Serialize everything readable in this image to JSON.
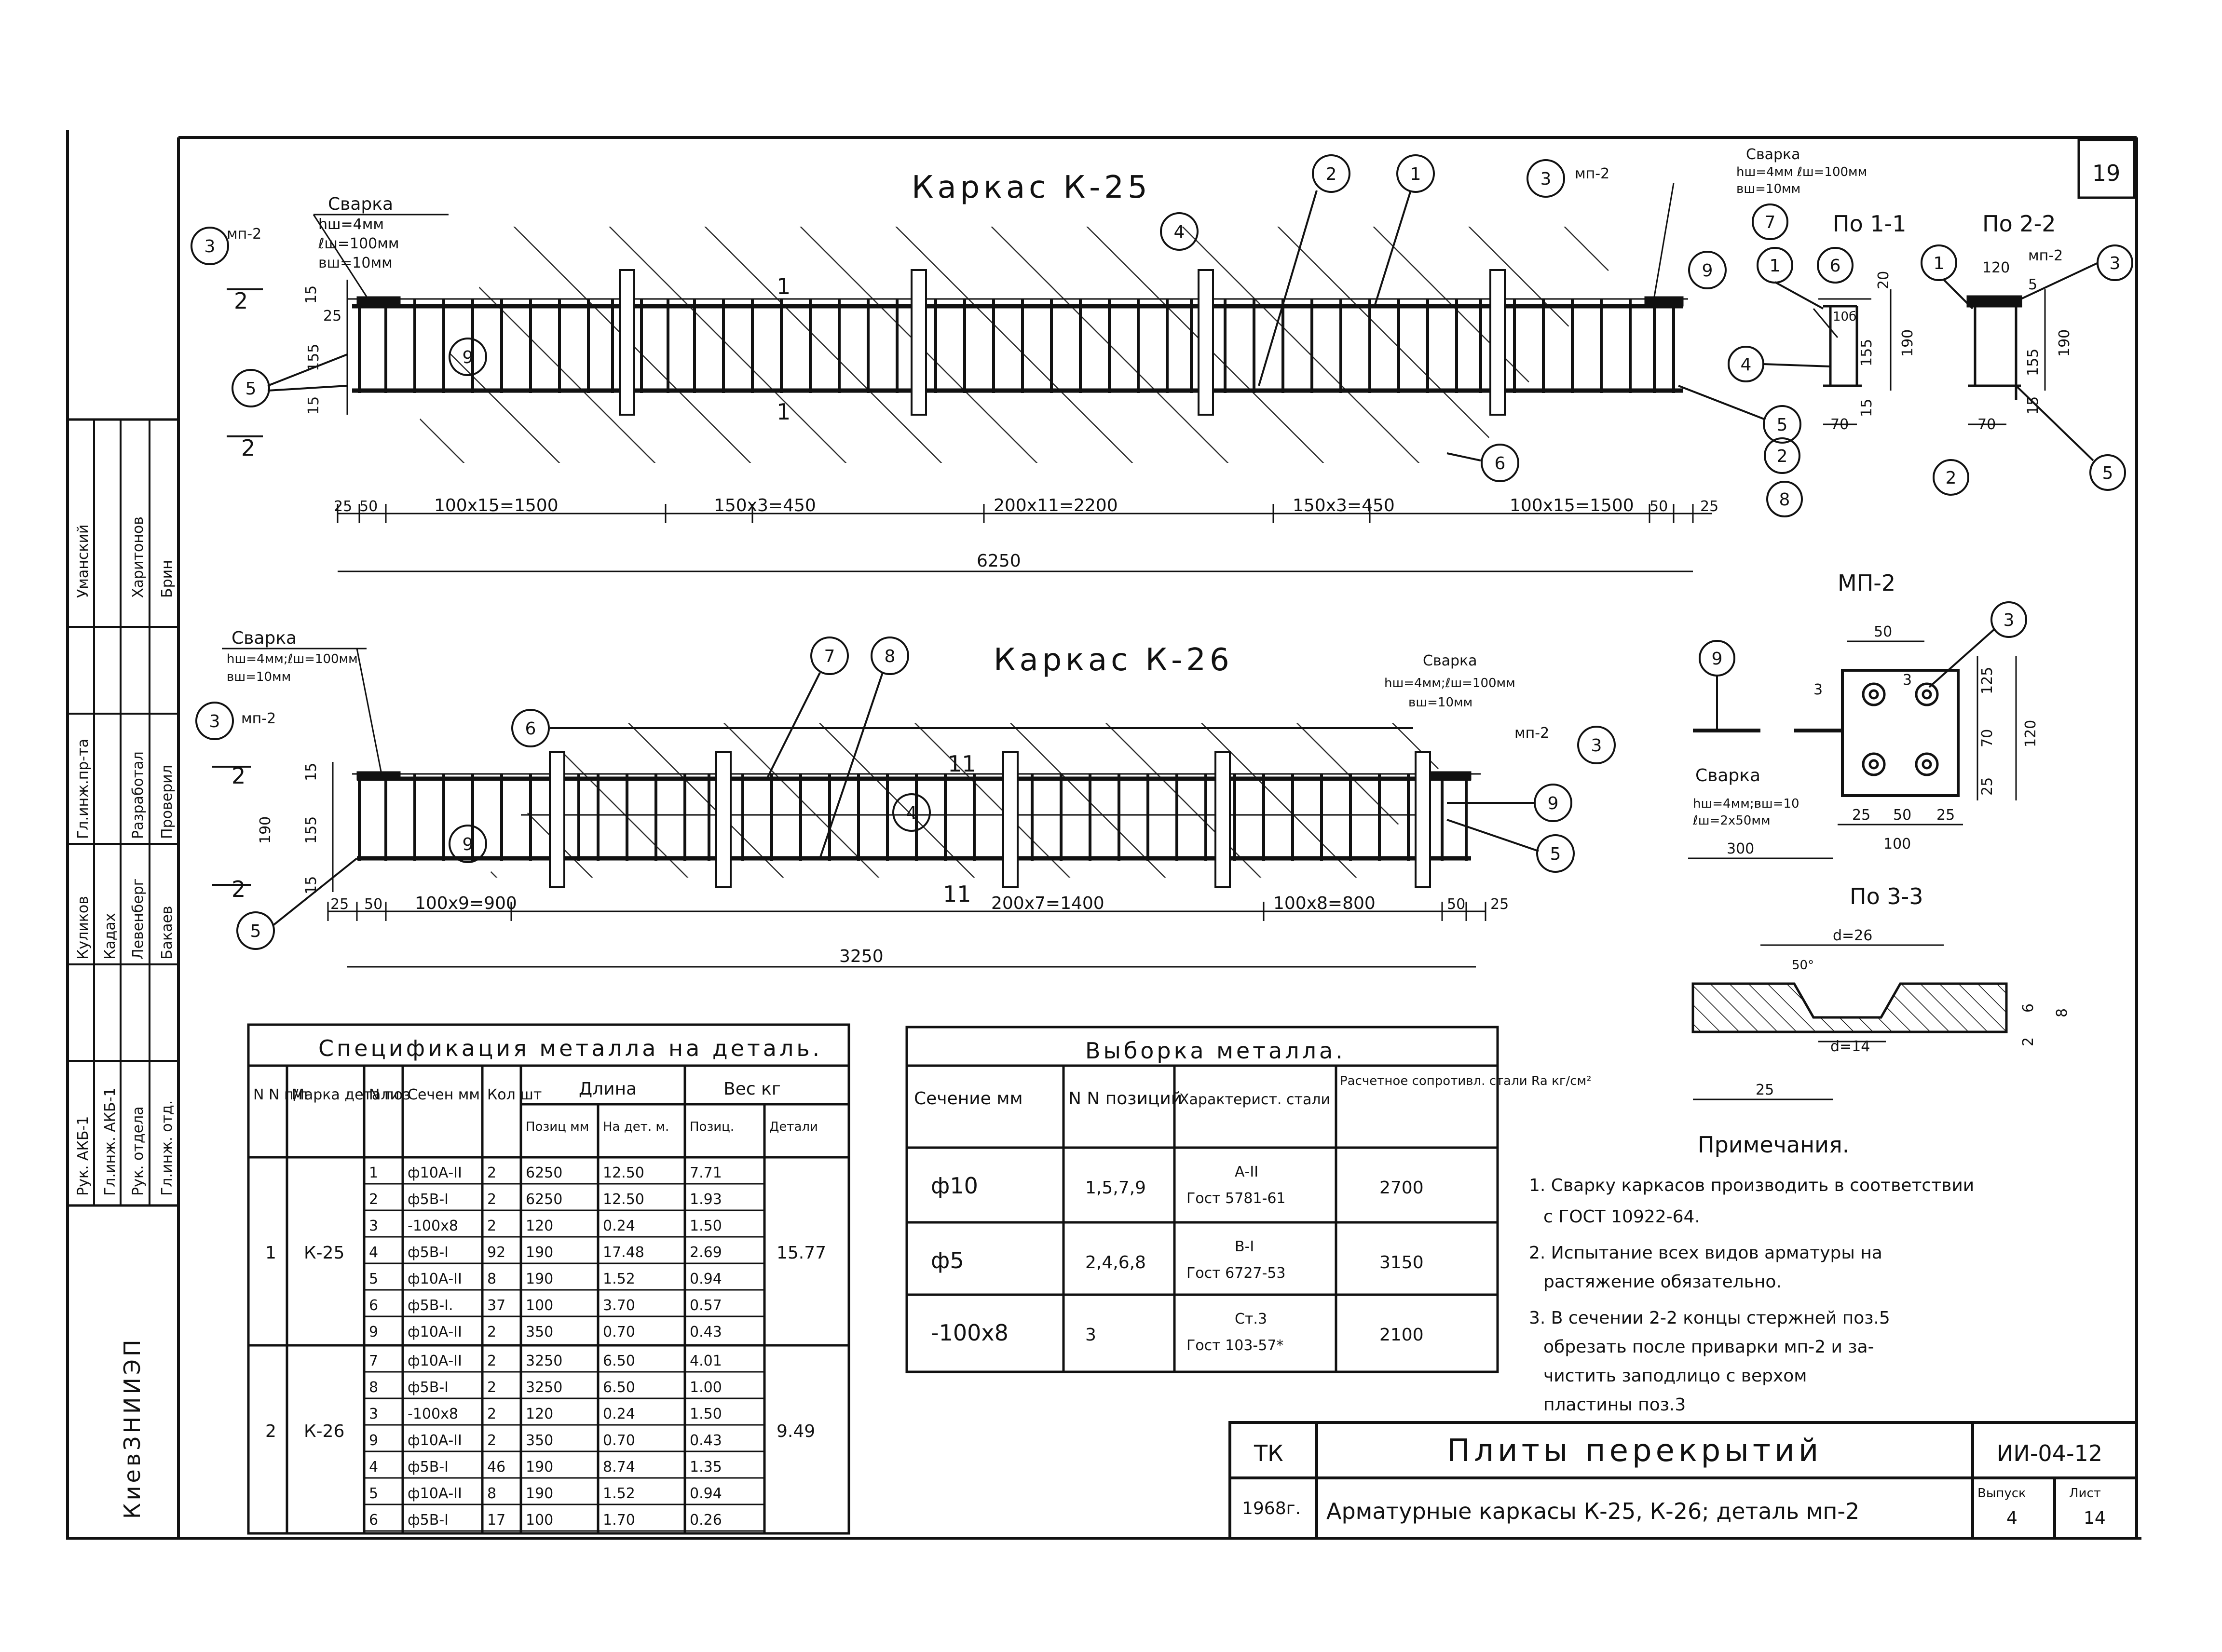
{
  "sheet_number": "19",
  "frame1": {
    "title": "Каркас К-25",
    "weld": {
      "label": "Сварка",
      "l1": "hш=4мм",
      "l2": "ℓш=100мм",
      "l3": "вш=10мм"
    },
    "weld_right": {
      "label": "Сварка",
      "l1": "hш=4мм ℓш=100мм",
      "l2": "вш=10мм"
    },
    "plate_label": "мп-2",
    "dims": [
      "25",
      "50",
      "100x15=1500",
      "150x3=450",
      "200x11=2200",
      "150x3=450",
      "100x15=1500",
      "50",
      "25"
    ],
    "total": "6250",
    "vdims": [
      "15",
      "25",
      "155",
      "15"
    ],
    "section_marks": [
      "1",
      "1"
    ],
    "cut_marks": [
      "2",
      "2"
    ],
    "callouts": [
      "1",
      "2",
      "3",
      "4",
      "5",
      "6",
      "9",
      "3",
      "9",
      "5"
    ]
  },
  "section1": {
    "title": "По 1-1",
    "dims": [
      "20",
      "10б",
      "155",
      "190",
      "15",
      "70"
    ],
    "callouts": [
      "7",
      "1",
      "6",
      "4",
      "2",
      "8",
      "5"
    ]
  },
  "section2": {
    "title": "По 2-2",
    "dims": [
      "120",
      "5",
      "155",
      "15",
      "190",
      "70"
    ],
    "plate": "мп-2",
    "callouts": [
      "1",
      "3",
      "2",
      "5"
    ]
  },
  "frame2": {
    "title": "Каркас К-26",
    "weld": {
      "label": "Сварка",
      "l1": "hш=4мм;ℓш=100мм",
      "l2": "вш=10мм"
    },
    "weld_right": {
      "label": "Сварка",
      "l1": "hш=4мм;ℓш=100мм",
      "l2": "вш=10мм"
    },
    "plate_label": "мп-2",
    "dims": [
      "25",
      "50",
      "100x9=900",
      "200x7=1400",
      "100x8=800",
      "50",
      "25"
    ],
    "total": "3250",
    "vdims": [
      "15",
      "155",
      "190",
      "15"
    ],
    "section_marks": [
      "11",
      "11"
    ],
    "cut_marks": [
      "2",
      "2"
    ],
    "callouts": [
      "7",
      "8",
      "6",
      "3",
      "9",
      "4",
      "5",
      "3",
      "9",
      "5"
    ]
  },
  "detail_mp2": {
    "title": "МП-2",
    "dims": [
      "50",
      "3",
      "125",
      "70",
      "120",
      "25",
      "25",
      "50",
      "25",
      "100",
      "300",
      "3"
    ],
    "weld": {
      "label": "Сварка",
      "l1": "hш=4мм;вш=10",
      "l2": "ℓш=2x50мм"
    },
    "callouts": [
      "9",
      "3"
    ]
  },
  "section3": {
    "title": "По 3-3",
    "dims": [
      "d=26",
      "50°",
      "6",
      "8",
      "2",
      "d=14",
      "25"
    ]
  },
  "spec_table": {
    "title": "Спецификация металла на деталь.",
    "headers": [
      "N N п/п",
      "Марка детали",
      "N поз",
      "Сечен мм",
      "Кол шт",
      "Длина",
      "Вес кг"
    ],
    "sub_length": [
      "Позиц мм",
      "На дет. м."
    ],
    "sub_weight": [
      "Позиц.",
      "Детали"
    ],
    "groups": [
      {
        "n": "1",
        "mark": "К-25",
        "total": "15.77",
        "rows": [
          [
            "1",
            "ф10А-II",
            "2",
            "6250",
            "12.50",
            "7.71"
          ],
          [
            "2",
            "ф5В-I",
            "2",
            "6250",
            "12.50",
            "1.93"
          ],
          [
            "3",
            "-100x8",
            "2",
            "120",
            "0.24",
            "1.50"
          ],
          [
            "4",
            "ф5В-I",
            "92",
            "190",
            "17.48",
            "2.69"
          ],
          [
            "5",
            "ф10А-II",
            "8",
            "190",
            "1.52",
            "0.94"
          ],
          [
            "6",
            "ф5В-I.",
            "37",
            "100",
            "3.70",
            "0.57"
          ],
          [
            "9",
            "ф10А-II",
            "2",
            "350",
            "0.70",
            "0.43"
          ]
        ]
      },
      {
        "n": "2",
        "mark": "К-26",
        "total": "9.49",
        "rows": [
          [
            "7",
            "ф10А-II",
            "2",
            "3250",
            "6.50",
            "4.01"
          ],
          [
            "8",
            "ф5В-I",
            "2",
            "3250",
            "6.50",
            "1.00"
          ],
          [
            "3",
            "-100x8",
            "2",
            "120",
            "0.24",
            "1.50"
          ],
          [
            "9",
            "ф10А-II",
            "2",
            "350",
            "0.70",
            "0.43"
          ],
          [
            "4",
            "ф5В-I",
            "46",
            "190",
            "8.74",
            "1.35"
          ],
          [
            "5",
            "ф10А-II",
            "8",
            "190",
            "1.52",
            "0.94"
          ],
          [
            "6",
            "ф5В-I",
            "17",
            "100",
            "1.70",
            "0.26"
          ]
        ]
      }
    ]
  },
  "select_table": {
    "title": "Выборка металла.",
    "headers": [
      "Сечение мм",
      "N N позиций",
      "Характерист. стали",
      "Расчетное сопротивл. стали Rа кг/см²"
    ],
    "rows": [
      [
        "ф10",
        "1,5,7,9",
        "А-II",
        "Гост 5781-61",
        "2700"
      ],
      [
        "ф5",
        "2,4,6,8",
        "В-I",
        "Гост 6727-53",
        "3150"
      ],
      [
        "-100x8",
        "3",
        "Ст.3",
        "Гост 103-57*",
        "2100"
      ]
    ]
  },
  "notes": {
    "title": "Примечания.",
    "items": [
      "1. Сварку каркасов производить в соответствии",
      "с ГОСТ 10922-64.",
      "2. Испытание всех видов арматуры на",
      "растяжение обязательно.",
      "3. В сечении 2-2 концы стержней поз.5",
      "обрезать после приварки мп-2 и за-",
      "чистить заподлицо с верхом",
      "пластины поз.3"
    ]
  },
  "title_block": {
    "code": "ТК",
    "year": "1968г.",
    "title": "Плиты перекрытий",
    "subtitle": "Арматурные каркасы К-25, К-26; деталь мп-2",
    "doc": "ИИ-04-12",
    "issue_label": "Выпуск",
    "issue": "4",
    "sheet_label": "Лист",
    "sheet": "14"
  },
  "left_stamp": {
    "org": "КиевЗНИИЭП",
    "roles": [
      "Рук. АКБ-1",
      "Гл.инж. АКБ-1",
      "Рук. отдела",
      "Гл.инж. отд."
    ],
    "names1": [
      "Куликов",
      "Кадах",
      "Левенберг",
      "Бакаев"
    ],
    "roles2": [
      "Гл.инж.пр-та",
      "Разработал",
      "Проверил"
    ],
    "names2": [
      "Уманский",
      "Харитонов",
      "Брин"
    ]
  }
}
